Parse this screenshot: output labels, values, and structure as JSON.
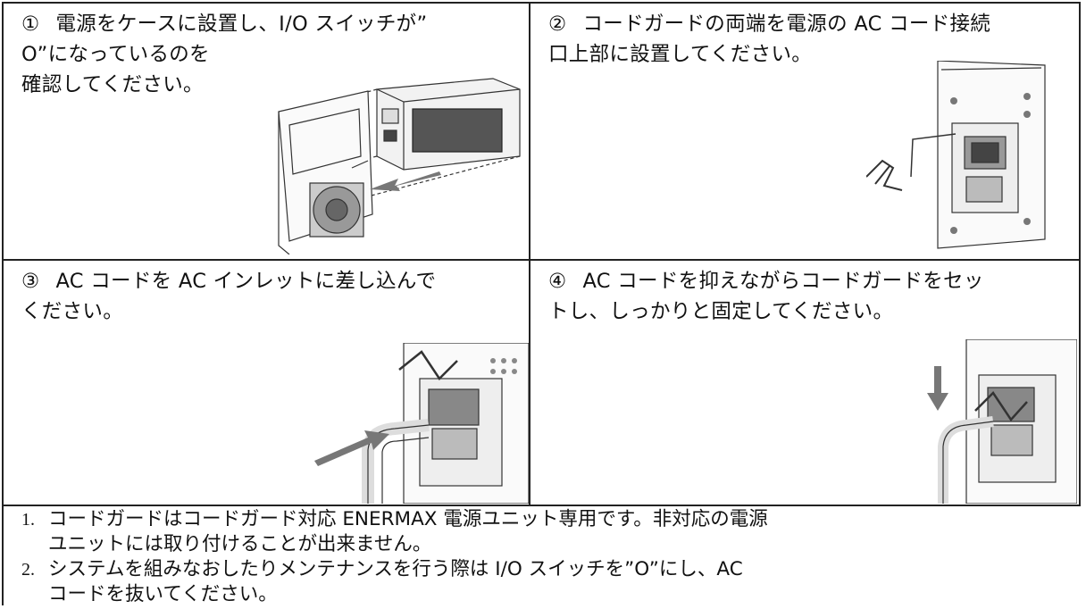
{
  "steps": [
    {
      "number": "①",
      "text": "電源をケースに設置し、I/O スイッチが”\nO”になっているのを\n確認してください。",
      "illustration": "psu-install-illustration"
    },
    {
      "number": "②",
      "text": "コードガードの両端を電源の AC コード接続\n口上部に設置してください。",
      "illustration": "cord-guard-place-illustration"
    },
    {
      "number": "③",
      "text": "AC コードを AC インレットに差し込んで\nください。",
      "illustration": "ac-cord-insert-illustration"
    },
    {
      "number": "④",
      "text": "AC コードを抑えながらコードガードをセッ\nトし、しっかりと固定してください。",
      "illustration": "cord-guard-fix-illustration"
    }
  ],
  "notes": [
    {
      "number": "1.",
      "text": "コードガードはコードガード対応 ENERMAX 電源ユニット専用です。非対応の電源\nユニットには取り付けることが出来ません。"
    },
    {
      "number": "2.",
      "text": "システムを組みなおしたりメンテナンスを行う際は I/O スイッチを”O”にし、AC\nコードを抜いてください。"
    }
  ]
}
